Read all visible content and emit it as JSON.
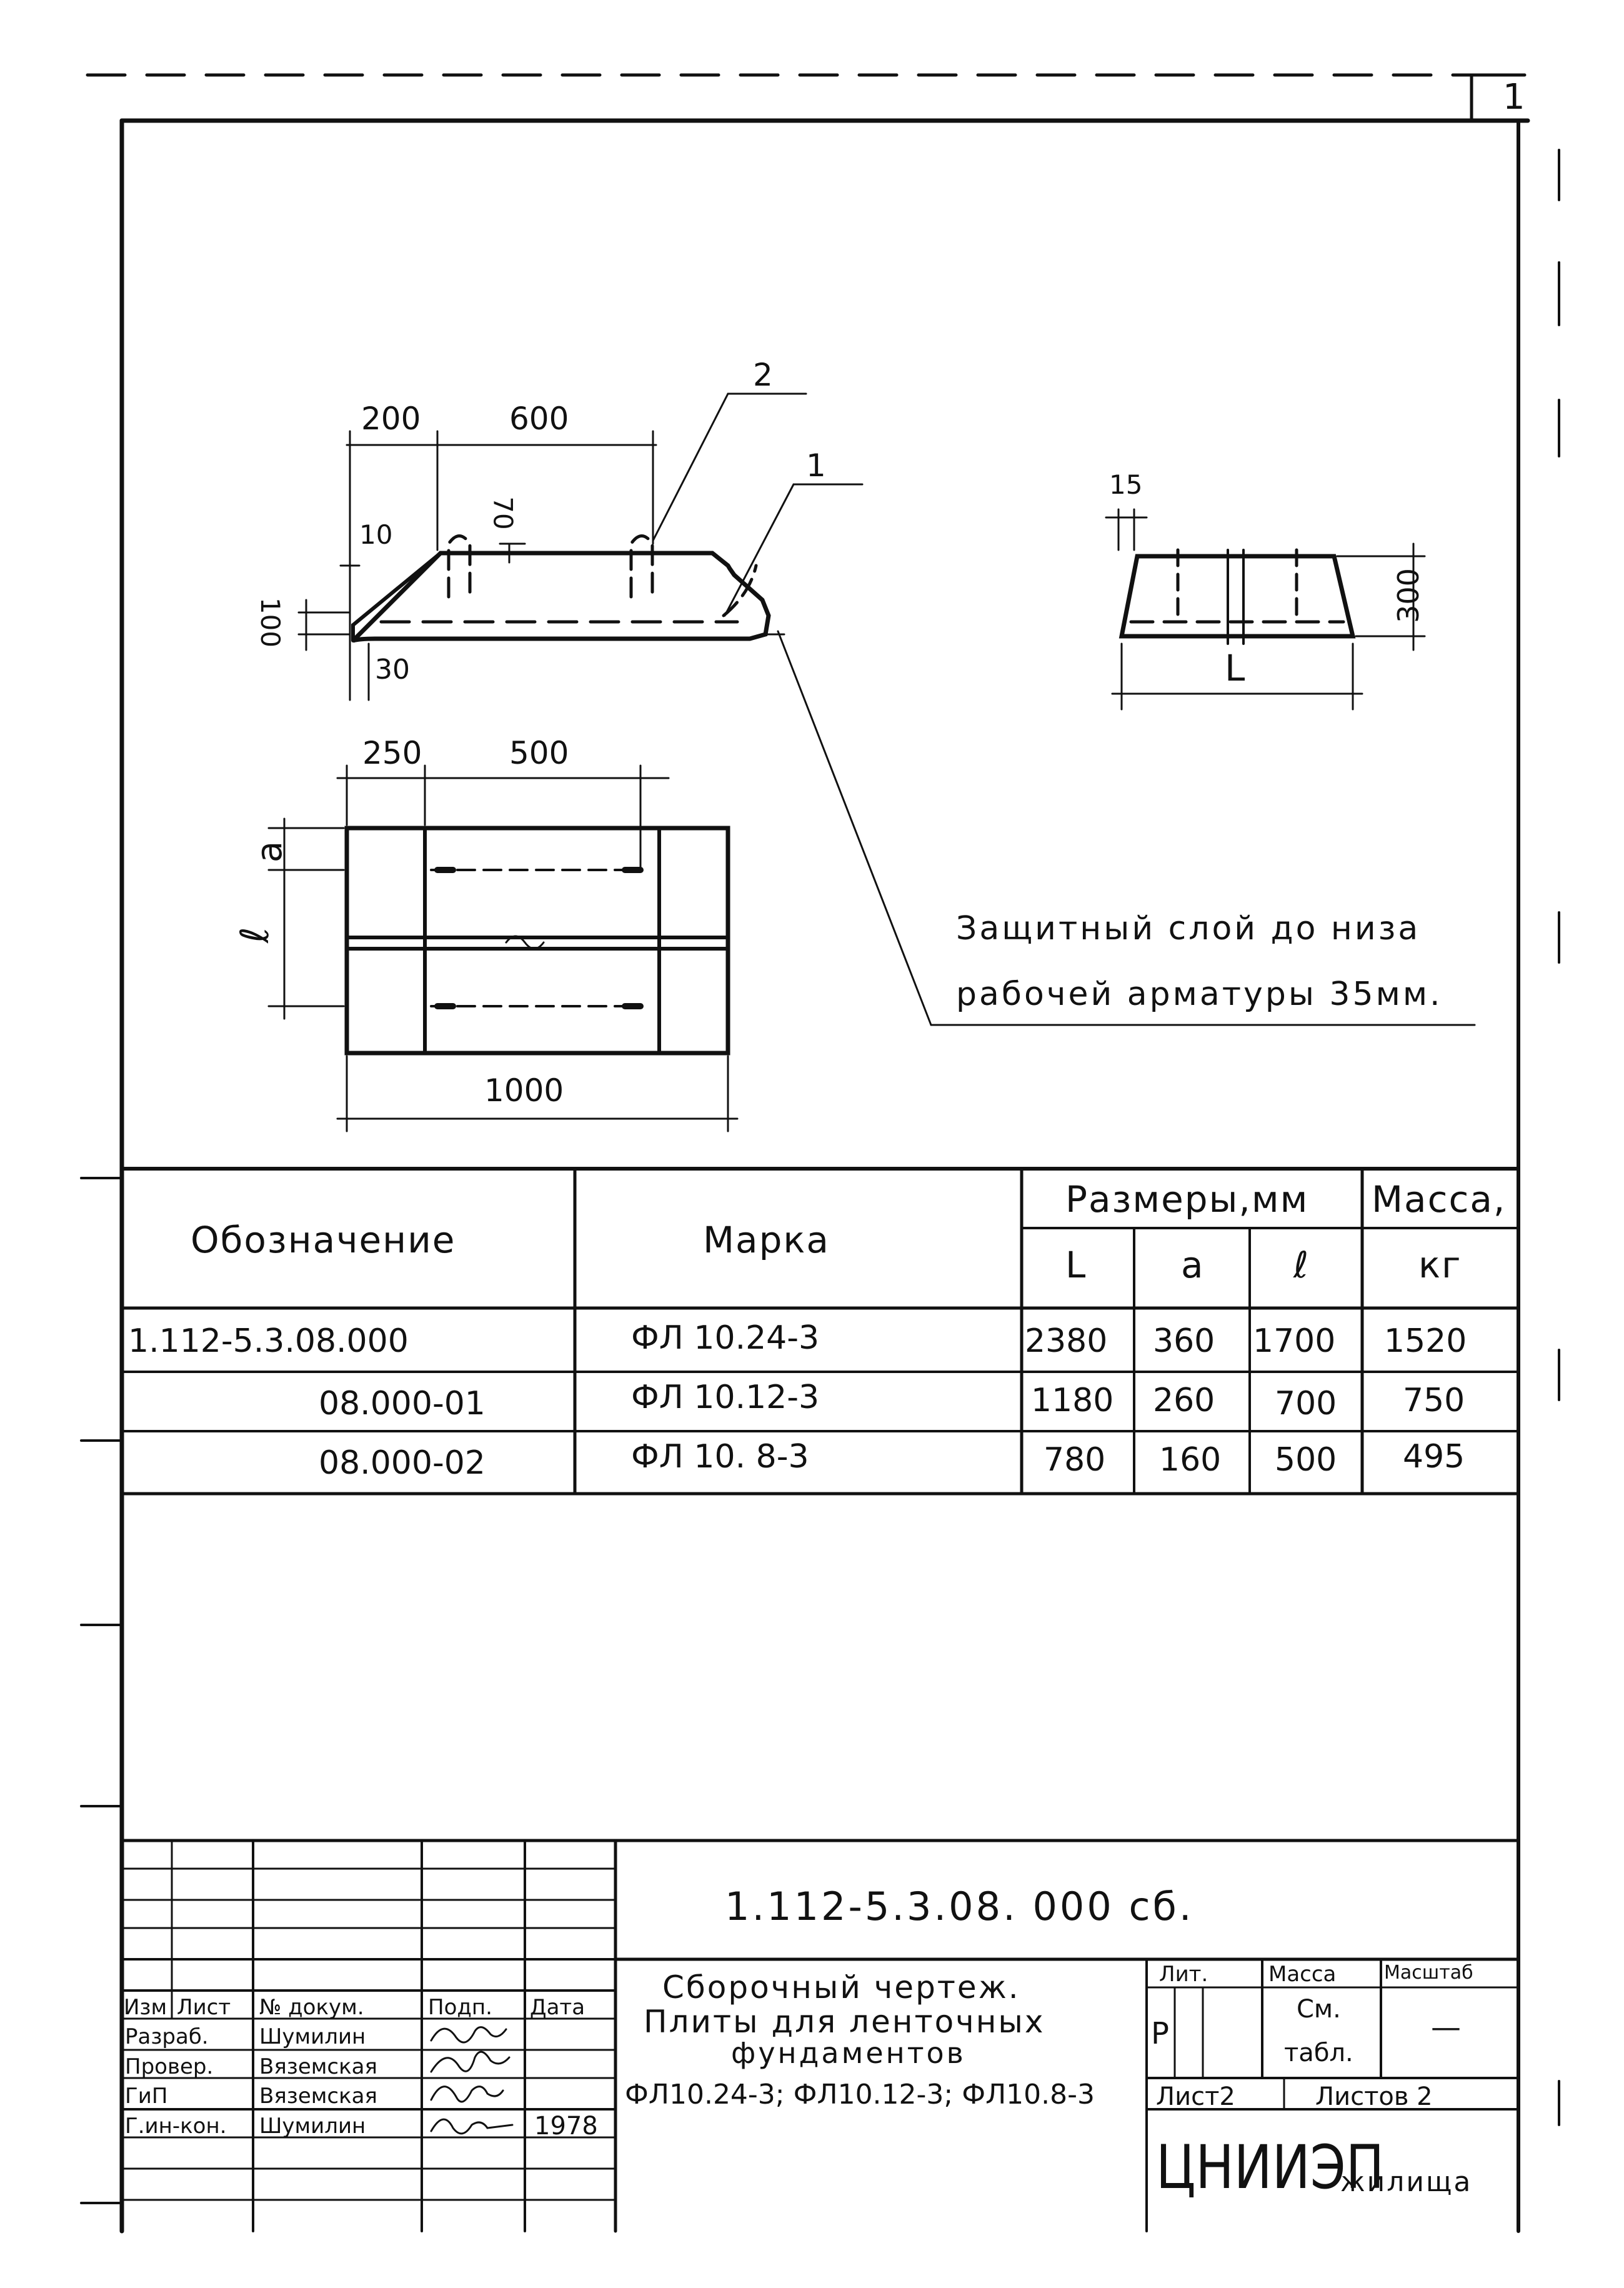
{
  "sheet_corner": "1",
  "drawing": {
    "dims_side": {
      "d200": "200",
      "d600": "600",
      "d10": "10",
      "d70": "70",
      "d100": "100",
      "d30": "30"
    },
    "callouts": {
      "c1": "1",
      "c2": "2"
    },
    "dims_section": {
      "d15": "15",
      "d300": "300",
      "L": "L"
    },
    "dims_plan": {
      "d250": "250",
      "d500": "500",
      "a": "a",
      "l": "ℓ",
      "d1000": "1000"
    },
    "note_line1": "Защитный слой до низа",
    "note_line2": "рабочей арматуры 35мм."
  },
  "spec_table": {
    "headers": {
      "designation": "Обозначение",
      "mark": "Марка",
      "dimensions": "Размеры,мм",
      "mass": "Масса,",
      "col_L": "L",
      "col_a": "a",
      "col_l": "ℓ",
      "mass_unit": "кг"
    },
    "rows": [
      {
        "designation": "1.112-5.3.08.000",
        "mark": "ФЛ 10.24-3",
        "L": "2380",
        "a": "360",
        "l": "1700",
        "mass": "1520"
      },
      {
        "designation": "08.000-01",
        "mark": "ФЛ 10.12-3",
        "L": "1180",
        "a": "260",
        "l": "700",
        "mass": "750"
      },
      {
        "designation": "08.000-02",
        "mark": "ФЛ 10. 8-3",
        "L": "780",
        "a": "160",
        "l": "500",
        "mass": "495"
      }
    ]
  },
  "title_block": {
    "code": "1.112-5.3.08. 000 сб.",
    "col_headers": {
      "izm": "Изм",
      "list": "Лист",
      "doc": "№ докум.",
      "sign": "Подп.",
      "date": "Дата"
    },
    "people": [
      {
        "role": "Разраб.",
        "name": "Шумилин",
        "date": ""
      },
      {
        "role": "Провер.",
        "name": "Вяземская",
        "date": ""
      },
      {
        "role": "ГиП",
        "name": "Вяземская",
        "date": ""
      },
      {
        "role": "Г.ин-кон.",
        "name": "Шумилин",
        "date": "1978"
      }
    ],
    "title_l1": "Сборочный чертеж.",
    "title_l2": "Плиты для ленточных",
    "title_l3": "фундаментов",
    "title_l4": "ФЛ10.24-3; ФЛ10.12-3; ФЛ10.8-3",
    "lit_label": "Лит.",
    "mass_label": "Масса",
    "scale_label": "Масштаб",
    "lit_value": "Р",
    "mass_value_l1": "См.",
    "mass_value_l2": "табл.",
    "scale_value": "—",
    "sheet": "Лист2",
    "sheets": "Листов 2",
    "org_main": "ЦНИИЭП",
    "org_sub": "жилища"
  }
}
